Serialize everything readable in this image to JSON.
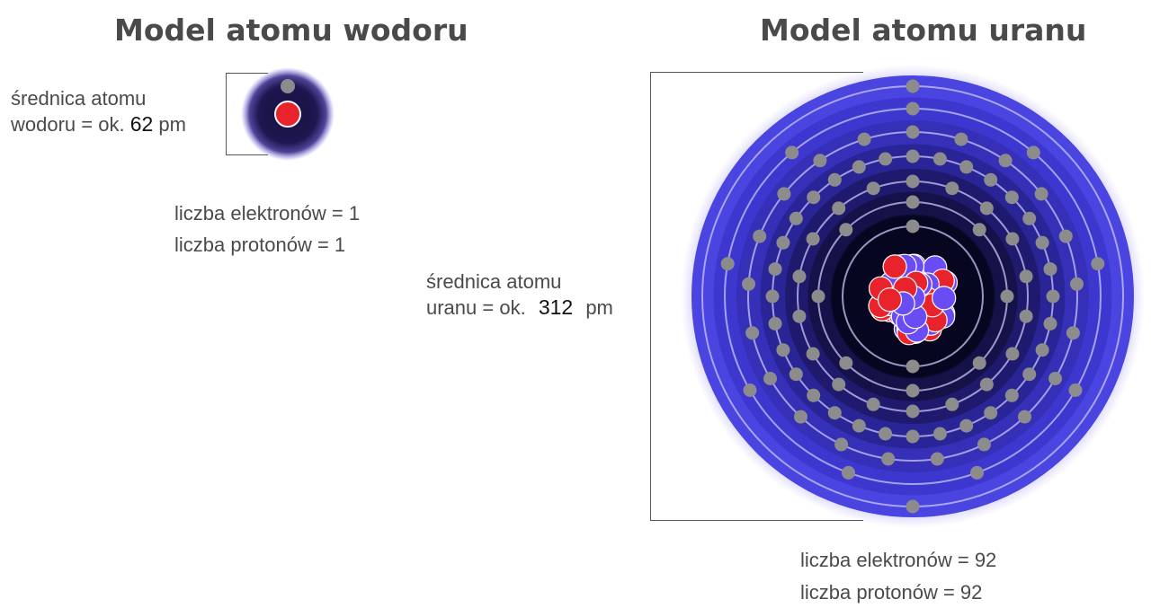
{
  "hydrogen": {
    "title": "Model atomu wodoru",
    "diameter_label_line1": "średnica atomu",
    "diameter_label_line2_prefix": "wodoru = ok.",
    "diameter_value": "62",
    "diameter_unit": "pm",
    "electrons_label": "liczba elektronów = 1",
    "protons_label": "liczba protonów = 1",
    "electron_count": 1
  },
  "uranium": {
    "title": "Model atomu uranu",
    "diameter_label_line1": "średnica atomu",
    "diameter_label_line2_prefix": "uranu = ok.",
    "diameter_value": "312",
    "diameter_unit": "pm",
    "electrons_label": "liczba elektronów = 92",
    "protons_label": "liczba protonów = 92",
    "electron_shells": [
      2,
      8,
      18,
      32,
      21,
      9,
      2
    ]
  },
  "colors": {
    "proton": "#e8232b",
    "neutron": "#6a4cf5",
    "electron": "#8c8c8c",
    "cloud": "#7a6ff0"
  }
}
